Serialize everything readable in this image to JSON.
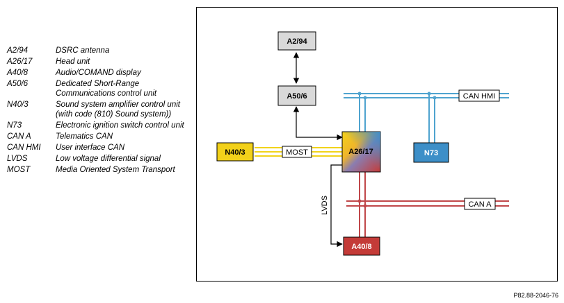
{
  "legend": [
    {
      "abbr": "A2/94",
      "desc": "DSRC antenna"
    },
    {
      "abbr": "A26/17",
      "desc": "Head unit"
    },
    {
      "abbr": "A40/8",
      "desc": "Audio/COMAND display"
    },
    {
      "abbr": "A50/6",
      "desc": "Dedicated Short-Range Communications control unit"
    },
    {
      "abbr": "N40/3",
      "desc": "Sound system amplifier control unit (with code (810) Sound system))"
    },
    {
      "abbr": "N73",
      "desc": "Electronic ignition switch control unit"
    },
    {
      "abbr": "CAN A",
      "desc": "Telematics CAN"
    },
    {
      "abbr": "CAN HMI",
      "desc": "User interface CAN"
    },
    {
      "abbr": "LVDS",
      "desc": "Low voltage differential signal"
    },
    {
      "abbr": "MOST",
      "desc": "Media Oriented System Transport"
    }
  ],
  "diagram": {
    "nodes": {
      "a2_94": "A2/94",
      "a50_6": "A50/6",
      "a26_17": "A26/17",
      "n40_3": "N40/3",
      "n73": "N73",
      "a40_8": "A40/8"
    },
    "bus_labels": {
      "can_hmi": "CAN HMI",
      "can_a": "CAN A",
      "most": "MOST",
      "lvds": "LVDS"
    },
    "colors": {
      "can_hmi": "#4fa3cf",
      "can_a": "#c0474a",
      "most": "#f1d31a",
      "n40_3_fill": "#f2d11a",
      "n73_fill": "#3d8fc8",
      "a40_8_fill": "#c43b38",
      "gray_fill": "#d9d9d9"
    }
  },
  "figure_code": "P82.88-2046-76"
}
